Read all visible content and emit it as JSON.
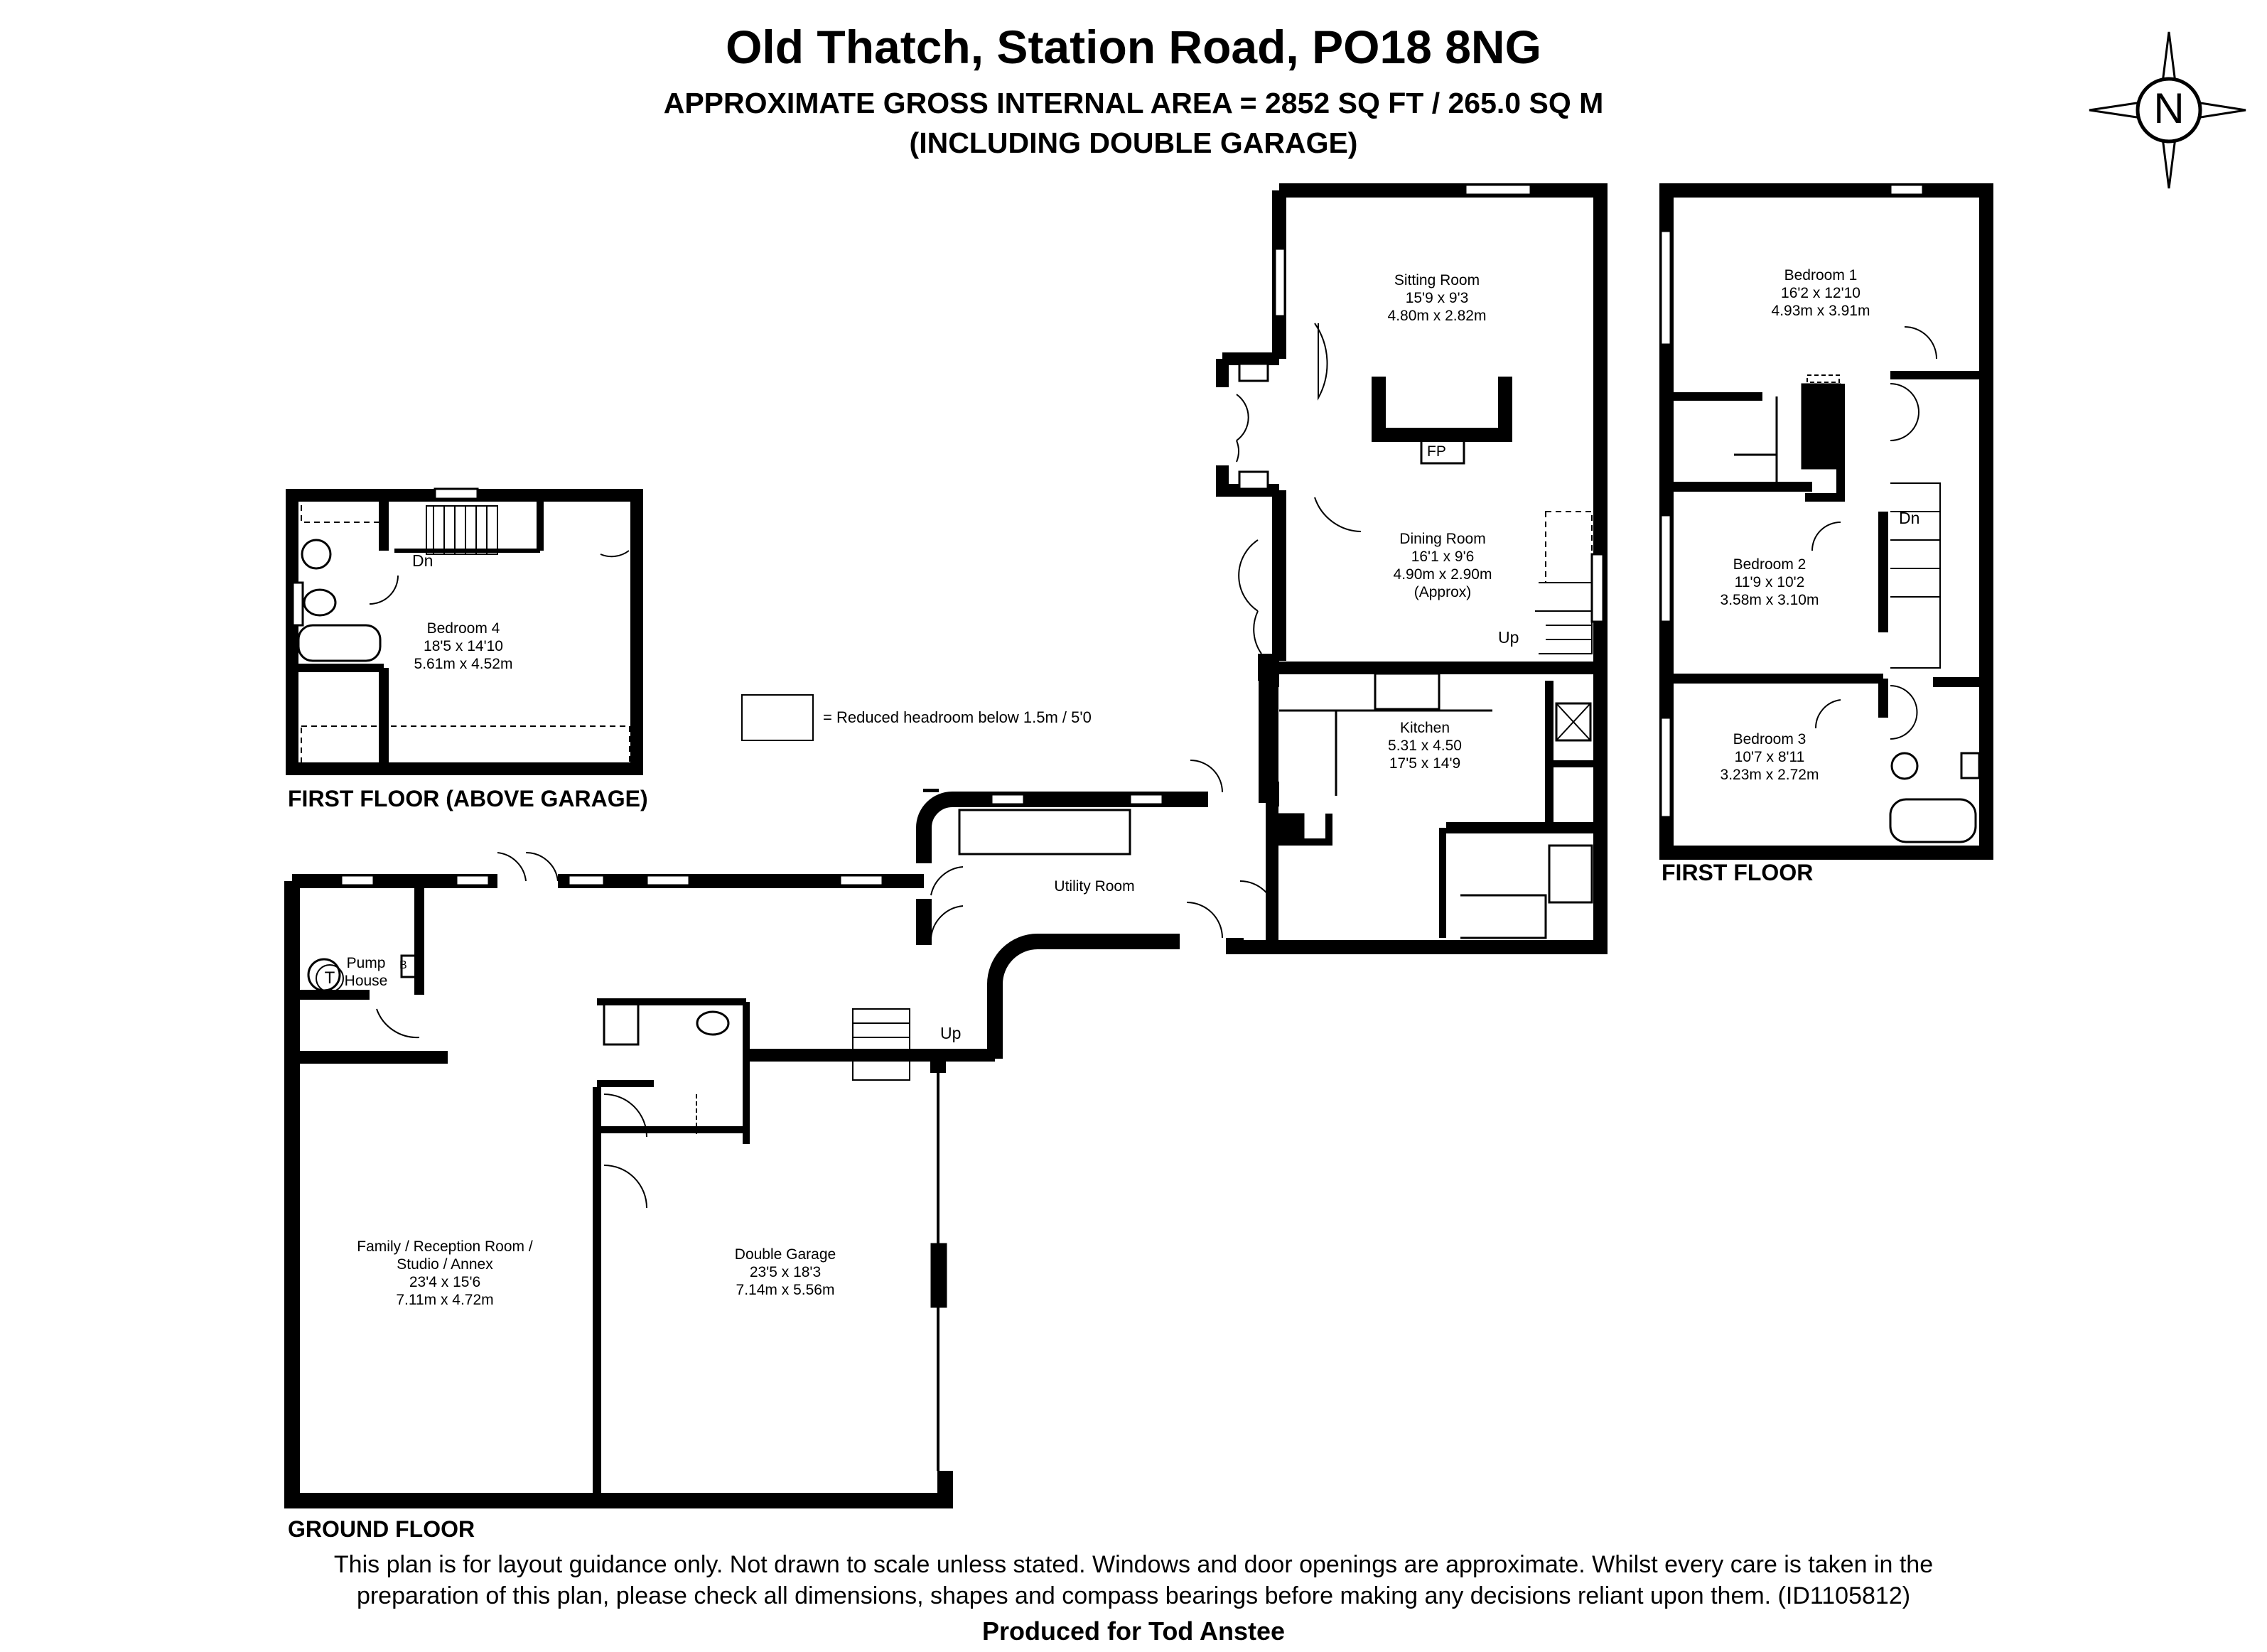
{
  "header": {
    "title": "Old Thatch, Station Road, PO18 8NG",
    "area": "APPROXIMATE GROSS INTERNAL AREA = 2852 SQ FT / 265.0 SQ M",
    "note": "(INCLUDING DOUBLE GARAGE)"
  },
  "compass": {
    "letter": "N"
  },
  "legend": {
    "text": "= Reduced headroom below 1.5m / 5'0"
  },
  "floors": {
    "ground": "GROUND FLOOR",
    "first_above_garage": "FIRST FLOOR (ABOVE GARAGE)",
    "first": "FIRST FLOOR"
  },
  "rooms": {
    "sitting": {
      "name": "Sitting Room",
      "imperial": "15'9 x 9'3",
      "metric": "4.80m x 2.82m"
    },
    "dining": {
      "name": "Dining Room",
      "imperial": "16'1 x 9'6",
      "metric": "4.90m x 2.90m",
      "note": "(Approx)"
    },
    "kitchen": {
      "name": "Kitchen",
      "metric": "5.31 x 4.50",
      "imperial": "17'5 x 14'9"
    },
    "utility": {
      "name": "Utility Room"
    },
    "pump": {
      "line1": "Pump",
      "line2": "House"
    },
    "family": {
      "line1": "Family / Reception Room /",
      "line2": "Studio / Annex",
      "imperial": "23'4 x 15'6",
      "metric": "7.11m x 4.72m"
    },
    "garage": {
      "name": "Double Garage",
      "imperial": "23'5 x 18'3",
      "metric": "7.14m x 5.56m"
    },
    "bedroom4": {
      "name": "Bedroom 4",
      "imperial": "18'5 x 14'10",
      "metric": "5.61m x 4.52m"
    },
    "bedroom1": {
      "name": "Bedroom 1",
      "imperial": "16'2 x 12'10",
      "metric": "4.93m x 3.91m"
    },
    "bedroom2": {
      "name": "Bedroom 2",
      "imperial": "11'9 x 10'2",
      "metric": "3.58m x 3.10m"
    },
    "bedroom3": {
      "name": "Bedroom 3",
      "imperial": "10'7 x 8'11",
      "metric": "3.23m x 2.72m"
    }
  },
  "markers": {
    "fp": "FP",
    "up": "Up",
    "dn": "Dn",
    "t": "T",
    "b": "B"
  },
  "footer": {
    "line1": "This plan is for layout guidance only. Not drawn to scale unless stated. Windows and door openings are approximate. Whilst every care is taken in the",
    "line2": "preparation of this plan, please check all dimensions, shapes and compass bearings before making any decisions reliant upon them. (ID1105812)",
    "produced": "Produced for Tod Anstee"
  }
}
